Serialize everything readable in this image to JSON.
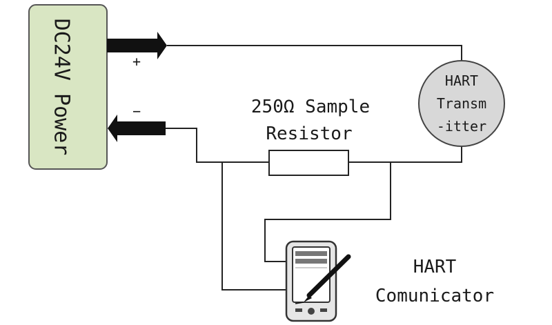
{
  "power_supply": {
    "label": "DC24V Power",
    "fill": "#d9e6c3",
    "stroke": "#555555",
    "plus_label": "+",
    "minus_label": "−"
  },
  "transmitter": {
    "line1": "HART",
    "line2": "Transm",
    "line3": "-itter",
    "fill": "#d8d8d8"
  },
  "resistor": {
    "line1": "250Ω Sample",
    "line2": "Resistor"
  },
  "communicator": {
    "line1": "HART",
    "line2": "Comunicator"
  }
}
